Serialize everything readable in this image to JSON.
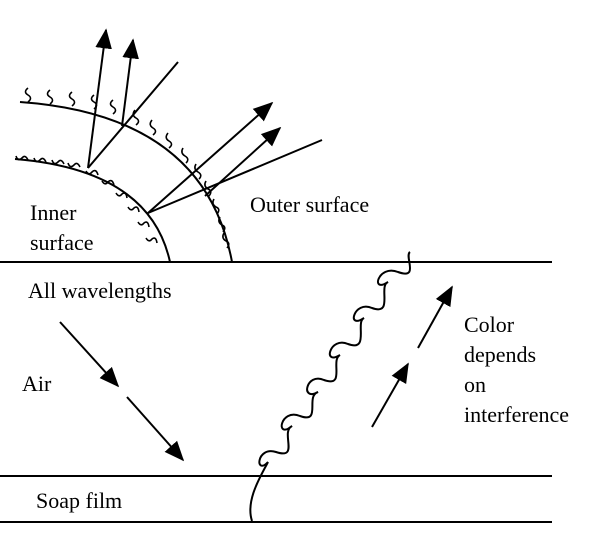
{
  "labels": {
    "inner_surface_line1": "Inner",
    "inner_surface_line2": "surface",
    "outer_surface": "Outer surface",
    "all_wavelengths": "All wavelengths",
    "air": "Air",
    "soap_film": "Soap film",
    "color_line1": "Color",
    "color_line2": "depends",
    "color_line3": "on",
    "color_line4": "interference"
  },
  "colors": {
    "ink": "#000000",
    "background": "#ffffff"
  }
}
